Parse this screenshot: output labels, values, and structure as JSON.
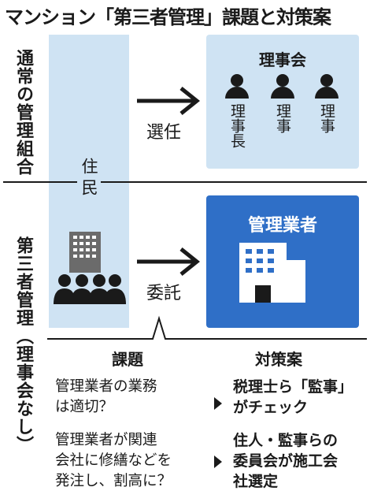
{
  "title": "マンション「第三者管理」課題と対策案",
  "sections": {
    "normal_label": "通常の管理組合",
    "third_party_label": "第三者管理（理事会なし）"
  },
  "resident_label": "住民",
  "top": {
    "arrow_label": "選任",
    "board_title": "理事会",
    "roles": [
      "理事長",
      "理事",
      "理事"
    ]
  },
  "bottom": {
    "arrow_label": "委託",
    "manager_title": "管理業者"
  },
  "issues": {
    "issue_header": "課題",
    "measure_header": "対策案",
    "rows": [
      {
        "issue_lines": [
          "管理業者の業務",
          "は適切？"
        ],
        "measure_lines": [
          "税理士ら「監事」",
          "がチェック"
        ]
      },
      {
        "issue_lines": [
          "管理業者が関連",
          "会社に修繕などを",
          "発注し、割高に？"
        ],
        "measure_lines": [
          "住人・監事らの",
          "委員会が施工会",
          "社選定"
        ]
      }
    ]
  },
  "colors": {
    "light_blue": "#cfe3f3",
    "blue": "#2f6fc7",
    "ink": "#1a1a1a"
  },
  "icons": [
    "person-icon",
    "apartment-building-icon",
    "crowd-icon",
    "office-building-icon",
    "arrow-right-icon",
    "triangle-right-icon"
  ]
}
